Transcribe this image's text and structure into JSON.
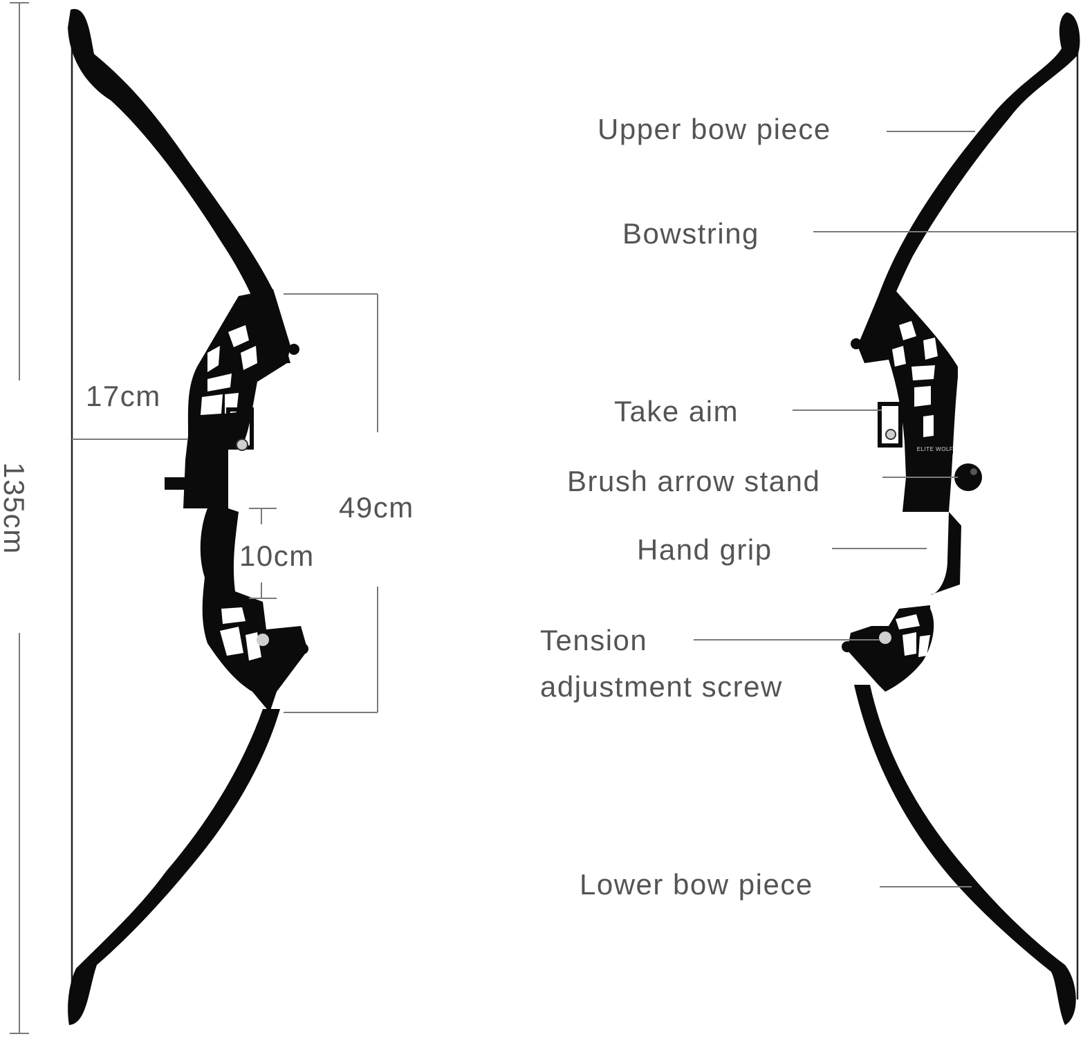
{
  "dimensions": {
    "total_height": "135cm",
    "riser_height": "49cm",
    "grip_height": "10cm",
    "brace_height": "17cm"
  },
  "parts": {
    "upper_bow_piece": "Upper bow piece",
    "bowstring": "Bowstring",
    "take_aim": "Take aim",
    "brush_arrow_stand": "Brush arrow stand",
    "hand_grip": "Hand grip",
    "tension_line1": "Tension",
    "tension_line2": "adjustment screw",
    "lower_bow_piece": "Lower bow piece"
  },
  "brand_mark": "ELITE WOLF",
  "colors": {
    "bow": "#0b0b0b",
    "line": "#7a7a7a",
    "text": "#545454"
  }
}
